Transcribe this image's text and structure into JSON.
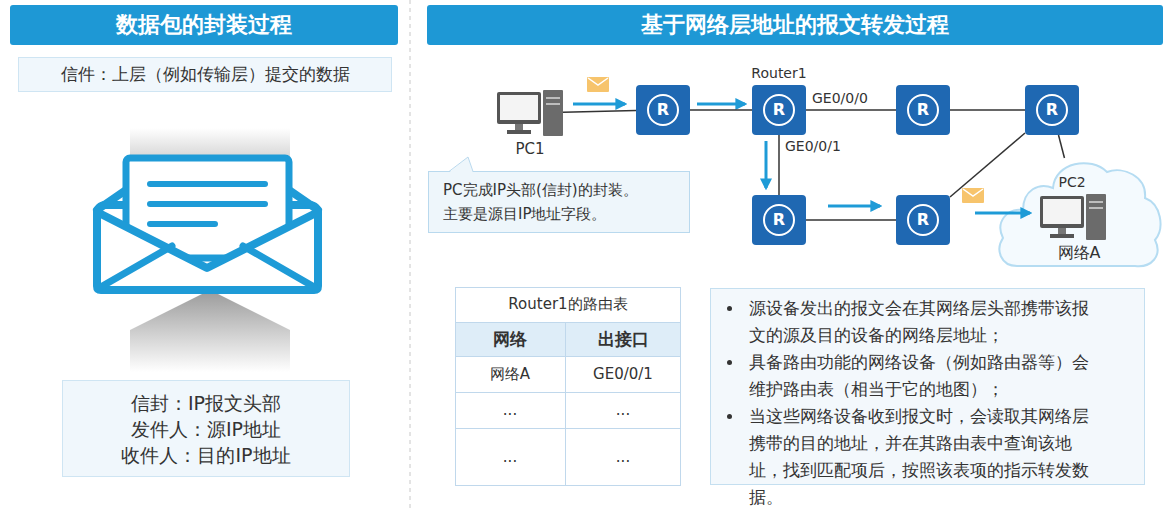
{
  "diagram": {
    "nodes": [
      {
        "text": [
          "数据包的封装过程"
        ]
      },
      {
        "text": [
          "信件：上层（例如传输层）提交的数据"
        ]
      },
      {
        "text": [
          "信封：IP报文头部",
          "发件人：源IP地址",
          "收件人：目的IP地址"
        ]
      },
      {
        "text": [
          "基于网络层地址的报文转发过程"
        ]
      },
      {
        "text": [
          "PC1"
        ]
      },
      {
        "text": [
          "R"
        ]
      },
      {
        "text": [
          "Router1",
          "R"
        ]
      },
      {
        "text": [
          "R"
        ]
      },
      {
        "text": [
          "R"
        ]
      },
      {
        "text": [
          "R"
        ]
      },
      {
        "text": [
          "R"
        ]
      },
      {
        "text": [
          "网络A"
        ]
      },
      {
        "text": [
          "PC2"
        ],
        "in": 11
      },
      {
        "text": [
          "PC完成IP头部(信封)的封装。 主要是源目IP地址字段。"
        ]
      },
      {
        "text": [
          "源设备发出的报文会在其网络层头部携带该报文的源及目的设备的网络层地址；",
          "具备路由功能的网络设备（例如路由器等）会维护路由表（相当于它的地图）；",
          "当这些网络设备收到报文时，会读取其网络层携带的目的地址，并在其路由表中查询该地址，找到匹配项后，按照该表项的指示转发数据。"
        ]
      }
    ],
    "edges": [
      {
        "from": 4,
        "to": 5,
        "arrow": "none"
      },
      {
        "from": 5,
        "to": 6,
        "arrow": "none"
      },
      {
        "from": 6,
        "to": 7,
        "arrow": "none",
        "label": "GE0/0/0"
      },
      {
        "from": 7,
        "to": 8,
        "arrow": "none"
      },
      {
        "from": 6,
        "to": 9,
        "arrow": "none",
        "label": "GE0/0/1"
      },
      {
        "from": 9,
        "to": 10,
        "arrow": "none"
      },
      {
        "from": 10,
        "to": 8,
        "arrow": "none"
      },
      {
        "from": 8,
        "to": 11,
        "arrow": "none"
      }
    ],
    "labels": [
      "Router1的路由表",
      "网络",
      "出接口",
      "网络A",
      "GE0/0/1",
      "...",
      "...",
      "...",
      "..."
    ]
  }
}
